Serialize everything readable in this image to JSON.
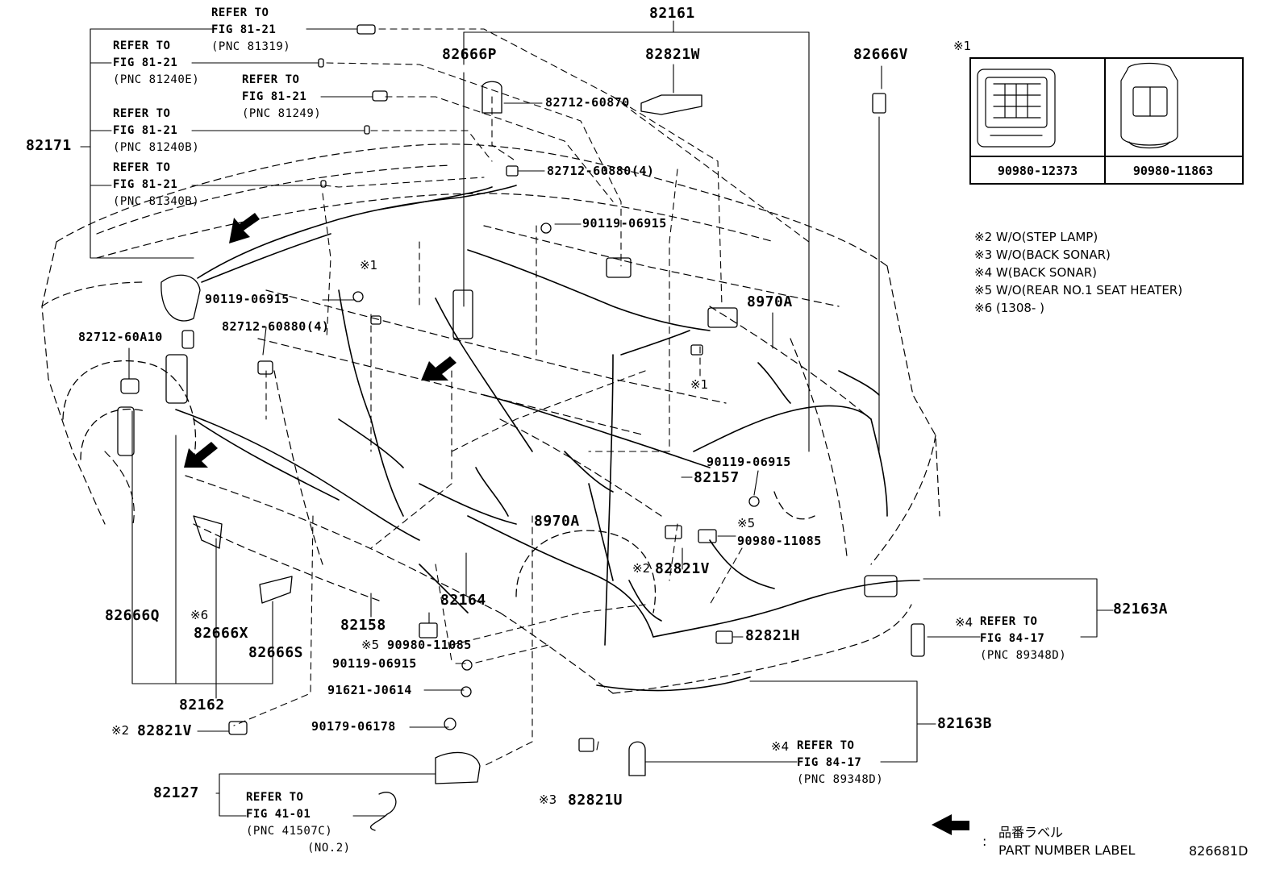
{
  "callouts": {
    "p82161": "82161",
    "p82666P": "82666P",
    "p82821W": "82821W",
    "p82666V": "82666V",
    "p82171": "82171",
    "p82712_60870": "82712-60870",
    "p82712_60880_top": "82712-60880(4)",
    "p90119_top": "90119-06915",
    "p90119_mid": "90119-06915",
    "p82712_60880_mid": "82712-60880(4)",
    "p82712_60A10": "82712-60A10",
    "p8970A_right": "8970A",
    "p8970A_mid": "8970A",
    "p90119_right": "90119-06915",
    "p82157": "82157",
    "p90980_11085_right": "90980-11085",
    "p82821V_mid": "82821V",
    "p82163A": "82163A",
    "p82821H": "82821H",
    "p82163B": "82163B",
    "p82164": "82164",
    "p82158": "82158",
    "p90980_11085_bot": "90980-11085",
    "p90119_bot": "90119-06915",
    "p91621": "91621-J0614",
    "p90179": "90179-06178",
    "p82666Q": "82666Q",
    "p82666X": "82666X",
    "p82666S": "82666S",
    "p82162": "82162",
    "p82821V_bot": "82821V",
    "p82127": "82127",
    "p82821U": "82821U",
    "doc_id": "826681D"
  },
  "marks": {
    "m1a": "※1",
    "m1b": "※1",
    "m5a": "※5",
    "m5b": "※5",
    "m6": "※6",
    "m2a": "※2",
    "m2b": "※2",
    "m3": "※3",
    "m4a": "※4",
    "m4b": "※4"
  },
  "refers": [
    {
      "line1": "REFER TO",
      "line2": "FIG 81-21",
      "pnc": "(PNC 81319)"
    },
    {
      "line1": "REFER TO",
      "line2": "FIG 81-21",
      "pnc": "(PNC 81240E)"
    },
    {
      "line1": "REFER TO",
      "line2": "FIG 81-21",
      "pnc": "(PNC 81249)"
    },
    {
      "line1": "REFER TO",
      "line2": "FIG 81-21",
      "pnc": "(PNC 81240B)"
    },
    {
      "line1": "REFER TO",
      "line2": "FIG 81-21",
      "pnc": "(PNC 81340B)"
    },
    {
      "line1": "REFER TO",
      "line2": "FIG 84-17",
      "pnc": "(PNC 89348D)"
    },
    {
      "line1": "REFER TO",
      "line2": "FIG 84-17",
      "pnc": "(PNC 89348D)"
    },
    {
      "line1": "REFER TO",
      "line2": "FIG 41-01",
      "pnc": "(PNC 41507C)",
      "extra": "(NO.2)"
    }
  ],
  "inset": {
    "mark": "※1",
    "left_part": "90980-12373",
    "right_part": "90980-11863"
  },
  "notes": [
    "※2 W/O(STEP LAMP)",
    "※3 W/O(BACK SONAR)",
    "※4 W(BACK SONAR)",
    "※5 W/O(REAR NO.1 SEAT HEATER)",
    "※6 (1308-        )"
  ],
  "legend": {
    "jp": "品番ラベル",
    "colon": ":",
    "en": "PART NUMBER LABEL"
  }
}
